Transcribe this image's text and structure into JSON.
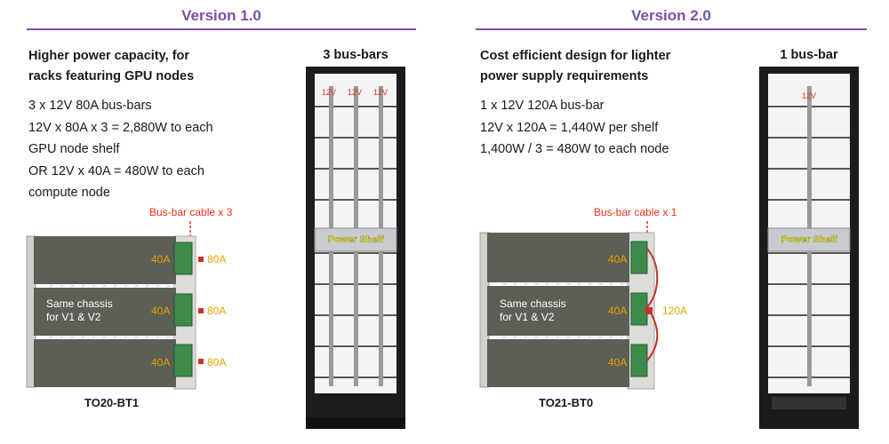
{
  "v1": {
    "title": "Version 1.0",
    "headline": [
      "Higher power capacity, for",
      "racks featuring GPU nodes"
    ],
    "specs": [
      "3 x 12V 80A bus-bars",
      "12V x 80A x 3 = 2,880W to each",
      "GPU node shelf",
      "OR 12V x 40A = 480W to each",
      "compute node"
    ],
    "rack_title": "3 bus-bars",
    "rack_bus_labels": [
      "12V",
      "12V",
      "12V"
    ],
    "power_shelf": "Power Shelf",
    "callout": "Bus-bar cable x 3",
    "node_amps": [
      "40A",
      "40A",
      "40A"
    ],
    "bus_amps": [
      "80A",
      "80A",
      "80A"
    ],
    "chassis_label": [
      "Same chassis",
      "for V1 & V2"
    ],
    "model": "TO20-BT1"
  },
  "v2": {
    "title": "Version 2.0",
    "headline": [
      "Cost efficient design for lighter",
      "power supply requirements"
    ],
    "specs": [
      "1 x 12V 120A bus-bar",
      "12V x 120A = 1,440W per shelf",
      "1,400W / 3 = 480W to each node"
    ],
    "rack_title": "1 bus-bar",
    "rack_bus_labels": [
      "12V"
    ],
    "power_shelf": "Power Shelf",
    "callout": "Bus-bar cable x 1",
    "node_amps": [
      "40A",
      "40A",
      "40A"
    ],
    "bus_amps": [
      "120A"
    ],
    "chassis_label": [
      "Same chassis",
      "for V1 & V2"
    ],
    "model": "TO21-BT0"
  },
  "colors": {
    "accent": "#7a4fa6",
    "callout_red": "#e8311a",
    "amp_orange": "#e8a100",
    "chassis": "#5c5f56",
    "rack": "#1c1c1c",
    "power_shelf_text": "#f2e600"
  }
}
